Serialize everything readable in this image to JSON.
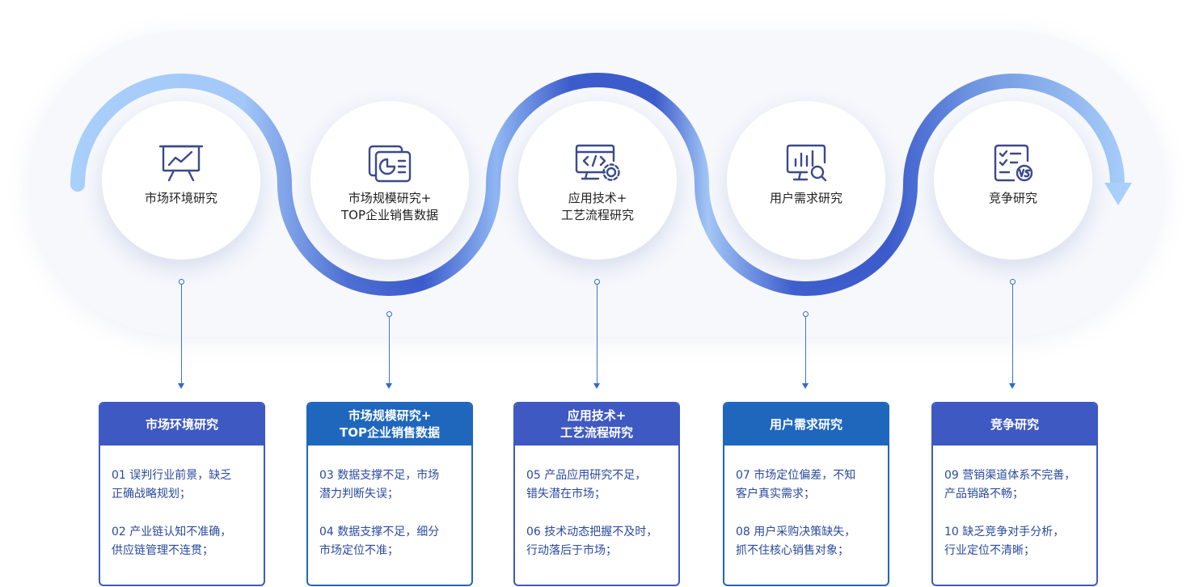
{
  "colors": {
    "wave_dark": "#3c5ccc",
    "wave_light": "#a9cffb",
    "card_indigo": "#3f59c2",
    "card_blue": "#1f67bd",
    "card_text": "#2a4a9e"
  },
  "stages": [
    {
      "icon": "presentation-chart-icon",
      "circle_label": "市场环境研究",
      "card_title": "市场环境研究",
      "card_color": "indigo",
      "items": [
        "01 误判行业前景，缺乏\n    正确战略规划；",
        "02 产业链认知不准确，\n    供应链管理不连贯；"
      ]
    },
    {
      "icon": "pie-chart-report-icon",
      "circle_label": "市场规模研究+\nTOP企业销售数据",
      "card_title": "市场规模研究+\nTOP企业销售数据",
      "card_color": "blue",
      "items": [
        "03 数据支撑不足，市场\n    潜力判断失误；",
        "04 数据支撑不足，细分\n    市场定位不准；"
      ]
    },
    {
      "icon": "code-window-gear-icon",
      "circle_label": "应用技术+\n工艺流程研究",
      "card_title": "应用技术+\n工艺流程研究",
      "card_color": "indigo",
      "items": [
        "05 产品应用研究不足，\n    错失潜在市场；",
        "06 技术动态把握不及时，\n    行动落后于市场；"
      ]
    },
    {
      "icon": "bar-chart-search-icon",
      "circle_label": "用户需求研究",
      "card_title": "用户需求研究",
      "card_color": "blue",
      "items": [
        "07 市场定位偏差，不知\n    客户真实需求；",
        "08 用户采购决策缺失，\n    抓不住核心销售对象；"
      ]
    },
    {
      "icon": "checklist-vs-icon",
      "circle_label": "竞争研究",
      "card_title": "竞争研究",
      "card_color": "indigo",
      "items": [
        "09 营销渠道体系不完善，\n     产品销路不畅；",
        "10 缺乏竞争对手分析，\n     行业定位不清晰；"
      ]
    }
  ]
}
